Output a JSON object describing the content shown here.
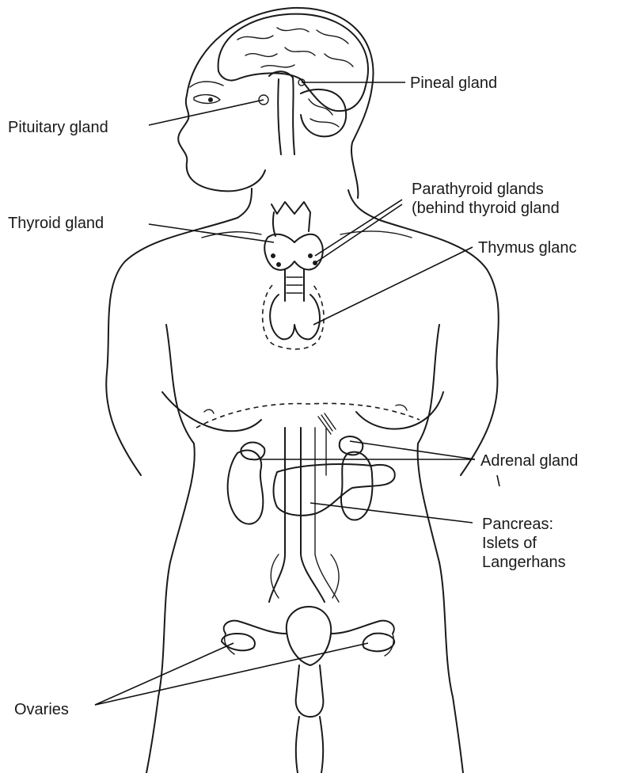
{
  "labels": {
    "pineal": "Pineal gland",
    "pituitary": "Pituitary gland",
    "parathyroid_line1": "Parathyroid glands",
    "parathyroid_line2": "(behind thyroid gland",
    "thyroid": "Thyroid gland",
    "thymus": "Thymus glanc",
    "adrenal": "Adrenal gland",
    "pancreas_line1": "Pancreas:",
    "pancreas_line2": "Islets of",
    "pancreas_line3": "Langerhans",
    "ovaries": "Ovaries"
  }
}
